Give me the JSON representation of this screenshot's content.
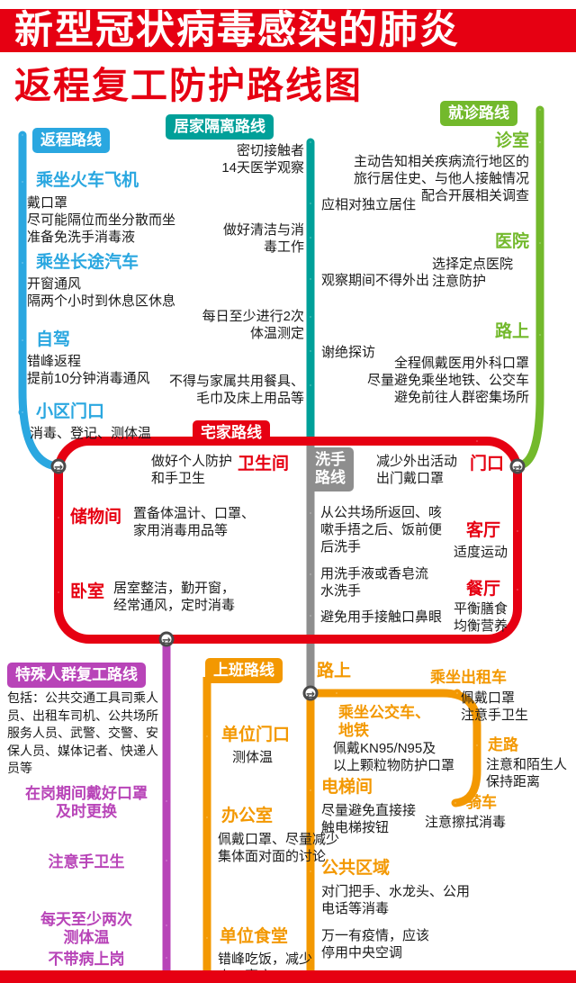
{
  "title": {
    "line1": "新型冠状病毒感染的肺炎",
    "line2": "返程复工防护路线图"
  },
  "colors": {
    "red": "#e60012",
    "blue": "#2aa7e0",
    "teal": "#00a099",
    "green": "#73b92c",
    "gray": "#8e8e8e",
    "purple": "#b844b8",
    "orange": "#f39801"
  },
  "routes": {
    "return": {
      "label": "返程路线",
      "stations": [
        {
          "name": "乘坐火车飞机",
          "desc": "戴口罩\n尽可能隔位而坐分散而坐\n准备免洗手消毒液"
        },
        {
          "name": "乘坐长途汽车",
          "desc": "开窗通风\n隔两个小时到休息区休息"
        },
        {
          "name": "自驾",
          "desc": "错峰返程\n提前10分钟消毒通风"
        },
        {
          "name": "小区门口",
          "desc": "消毒、登记、测体温"
        }
      ]
    },
    "quarantine": {
      "label": "居家隔离路线",
      "notes": [
        "密切接触者\n14天医学观察",
        "应相对独立居住",
        "做好清洁与消\n毒工作",
        "观察期间不得外出",
        "每日至少进行2次\n体温测定",
        "谢绝探访",
        "不得与家属共用餐具、\n毛巾及床上用品等"
      ]
    },
    "medical": {
      "label": "就诊路线",
      "stations": [
        {
          "name": "诊室",
          "desc": "主动告知相关疾病流行地区的\n旅行居住史、与他人接触情况\n配合开展相关调查"
        },
        {
          "name": "医院",
          "desc": "选择定点医院\n注意防护"
        },
        {
          "name": "路上",
          "desc": "全程佩戴医用外科口罩\n尽量避免乘坐地铁、公交车\n避免前往人群密集场所"
        }
      ]
    },
    "home": {
      "label": "宅家路线",
      "stations": [
        {
          "name": "卫生间",
          "desc": "做好个人防护\n和手卫生"
        },
        {
          "name": "门口",
          "desc": "减少外出活动\n出门戴口罩"
        },
        {
          "name": "储物间",
          "desc": "置备体温计、口罩、\n家用消毒用品等"
        },
        {
          "name": "客厅",
          "desc": "适度运动"
        },
        {
          "name": "卧室",
          "desc": "居室整洁，勤开窗，\n经常通风，定时消毒"
        },
        {
          "name": "餐厅",
          "desc": "平衡膳食\n均衡营养"
        }
      ]
    },
    "handwash": {
      "label": "洗手\n路线",
      "notes": [
        "从公共场所返回、咳\n嗽手捂之后、饭前便\n后洗手",
        "用洗手液或香皂流\n水洗手",
        "避免用手接触口鼻眼"
      ]
    },
    "special": {
      "label": "特殊人群复工路线",
      "note": "包括：公共交通工具司乘人\n员、出租车司机、公共场所\n服务人员、武警、交警、安\n保人员、媒体记者、快递人\n员等",
      "stations": [
        "在岗期间戴好口罩\n及时更换",
        "注意手卫生",
        "每天至少两次\n测体温",
        "不带病上岗"
      ]
    },
    "work": {
      "label": "上班路线",
      "stations": [
        {
          "name": "单位门口",
          "desc": "测体温"
        },
        {
          "name": "办公室",
          "desc": "佩戴口罩、尽量减少\n集体面对面的讨论"
        },
        {
          "name": "单位食堂",
          "desc": "错峰吃饭，减少\n人口密度"
        },
        {
          "name": "路上",
          "desc": ""
        },
        {
          "name": "乘坐出租车",
          "desc": "佩戴口罩\n注意手卫生"
        },
        {
          "name": "乘坐公交车、\n地铁",
          "desc": "佩戴KN95/N95及\n以上颗粒物防护口罩"
        },
        {
          "name": "走路",
          "desc": "注意和陌生人\n保持距离"
        },
        {
          "name": "骑车",
          "desc": "注意擦拭消毒"
        },
        {
          "name": "电梯间",
          "desc": "尽量避免直接接\n触电梯按钮"
        },
        {
          "name": "公共区域",
          "desc": "对门把手、水龙头、公用\n电话等消毒"
        }
      ],
      "epidemic_note": "万一有疫情，应该\n停用中央空调"
    }
  }
}
